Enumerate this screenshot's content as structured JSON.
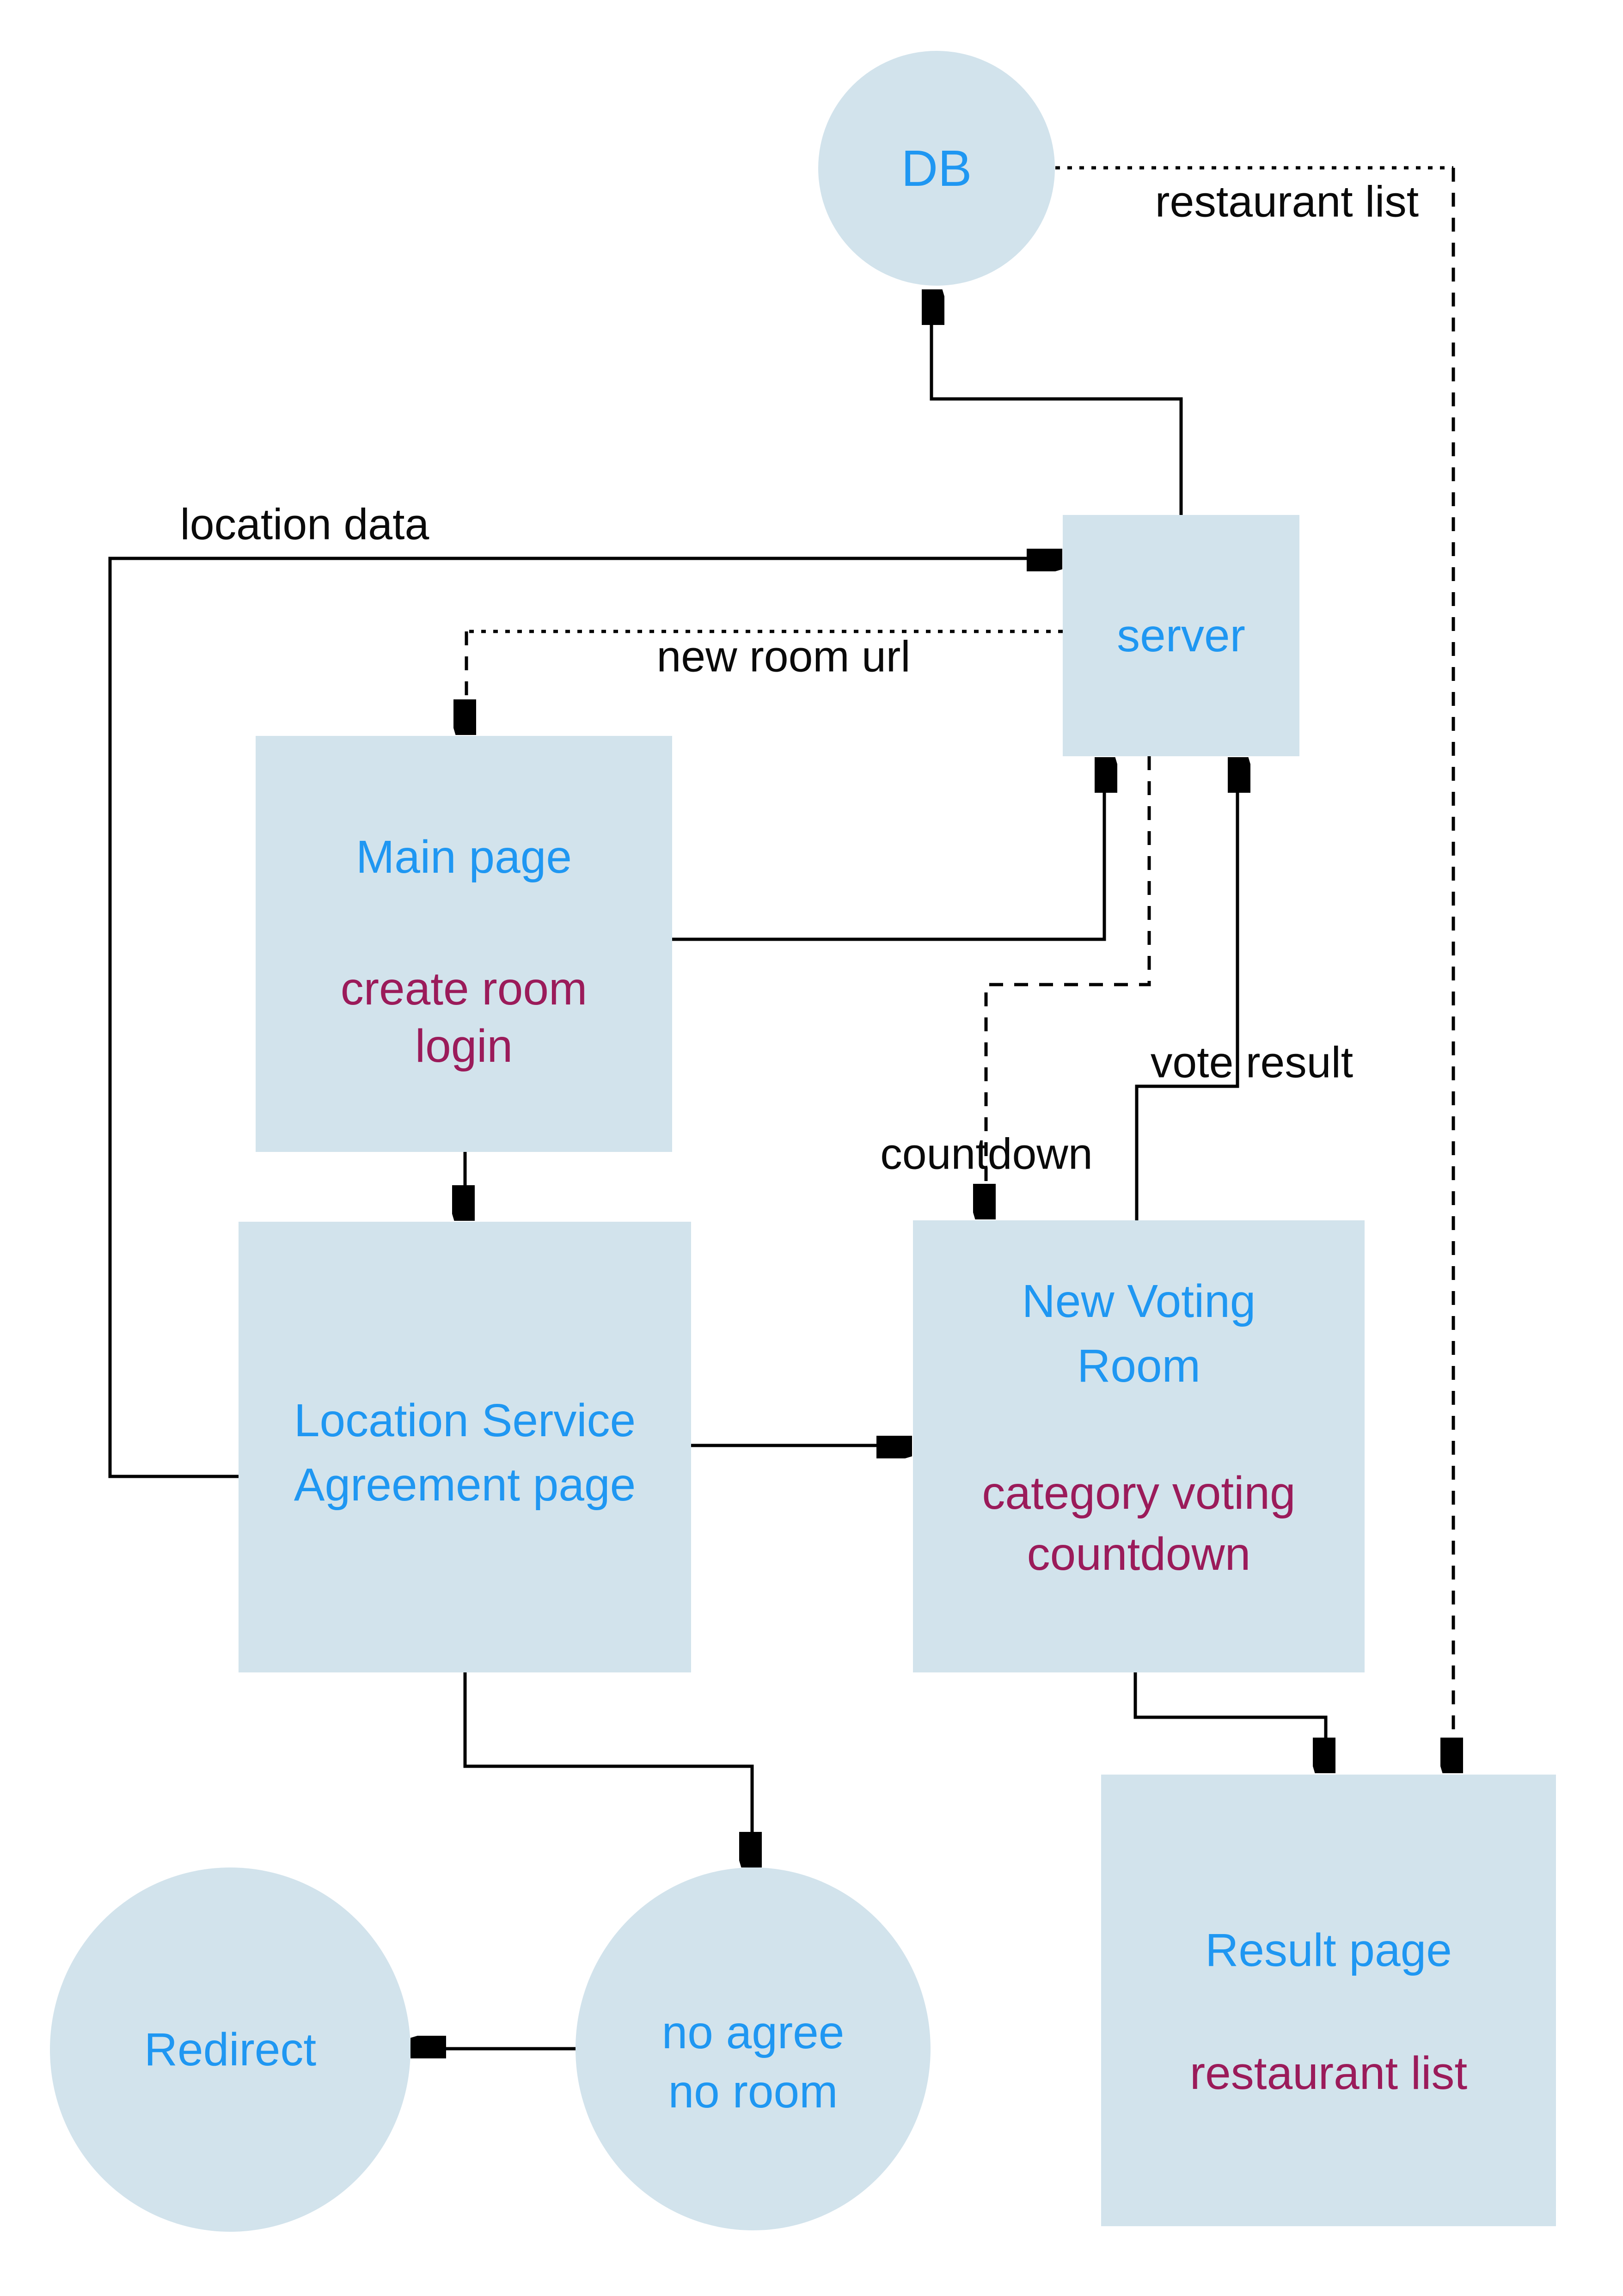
{
  "diagram": {
    "colors": {
      "node_fill": "#d2e3ec",
      "title_text": "#1f97f2",
      "feature_text": "#9b1b5a",
      "line_color": "#000000",
      "label_text": "#0a0a0a"
    },
    "nodes": {
      "db": {
        "label": "DB"
      },
      "server": {
        "label": "server"
      },
      "main_page": {
        "title": "Main page",
        "features": [
          "create room",
          "login"
        ]
      },
      "location_page": {
        "title_lines": [
          "Location Service",
          "Agreement page"
        ]
      },
      "voting_room": {
        "title_lines": [
          "New Voting",
          "Room"
        ],
        "features": [
          "category voting",
          "countdown"
        ]
      },
      "result_page": {
        "title": "Result page",
        "features": [
          "restaurant list"
        ]
      },
      "redirect": {
        "label": "Redirect"
      },
      "no_agree": {
        "lines": [
          "no agree",
          "no room"
        ]
      }
    },
    "edge_labels": {
      "location_data": "location data",
      "new_room_url": "new room url",
      "restaurant_list": "restaurant list",
      "countdown": "countdown",
      "vote_result": "vote result"
    }
  }
}
